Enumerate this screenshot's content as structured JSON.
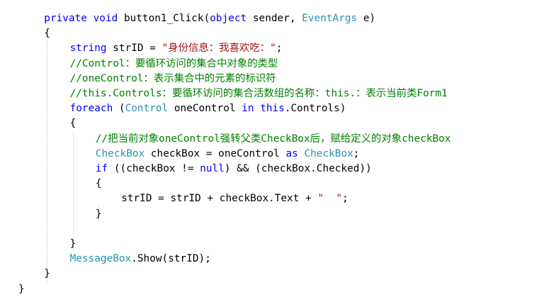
{
  "colors": {
    "keyword": "#0000ff",
    "type": "#2b91af",
    "comment": "#008000",
    "string": "#a31515",
    "text": "#000000"
  },
  "lines": [
    {
      "indent": 1,
      "tokens": [
        {
          "t": "kw",
          "v": "private"
        },
        {
          "t": "tx",
          "v": " "
        },
        {
          "t": "kw",
          "v": "void"
        },
        {
          "t": "tx",
          "v": " button1_Click("
        },
        {
          "t": "kw",
          "v": "object"
        },
        {
          "t": "tx",
          "v": " sender, "
        },
        {
          "t": "ty",
          "v": "EventArgs"
        },
        {
          "t": "tx",
          "v": " e)"
        }
      ]
    },
    {
      "indent": 1,
      "tokens": [
        {
          "t": "tx",
          "v": "{"
        }
      ]
    },
    {
      "indent": 2,
      "tokens": [
        {
          "t": "kw",
          "v": "string"
        },
        {
          "t": "tx",
          "v": " strID = "
        },
        {
          "t": "st",
          "v": "\"身份信息：我喜欢吃：\""
        },
        {
          "t": "tx",
          "v": ";"
        }
      ]
    },
    {
      "indent": 2,
      "tokens": [
        {
          "t": "cm",
          "v": "//Control：要循环访问的集合中对象的类型"
        }
      ]
    },
    {
      "indent": 2,
      "tokens": [
        {
          "t": "cm",
          "v": "//oneControl：表示集合中的元素的标识符"
        }
      ]
    },
    {
      "indent": 2,
      "tokens": [
        {
          "t": "cm",
          "v": "//this.Controls：要循环访问的集合活数组的名称：this.：表示当前类Form1"
        }
      ]
    },
    {
      "indent": 2,
      "tokens": [
        {
          "t": "kw",
          "v": "foreach"
        },
        {
          "t": "tx",
          "v": " ("
        },
        {
          "t": "ty",
          "v": "Control"
        },
        {
          "t": "tx",
          "v": " oneControl "
        },
        {
          "t": "kw",
          "v": "in"
        },
        {
          "t": "tx",
          "v": " "
        },
        {
          "t": "kw",
          "v": "this"
        },
        {
          "t": "tx",
          "v": ".Controls)"
        }
      ]
    },
    {
      "indent": 2,
      "tokens": [
        {
          "t": "tx",
          "v": "{"
        }
      ]
    },
    {
      "indent": 3,
      "tokens": [
        {
          "t": "cm",
          "v": "//把当前对象oneControl强转父类CheckBox后，赋给定义的对象checkBox"
        }
      ]
    },
    {
      "indent": 3,
      "tokens": [
        {
          "t": "ty",
          "v": "CheckBox"
        },
        {
          "t": "tx",
          "v": " checkBox = oneControl "
        },
        {
          "t": "kw",
          "v": "as"
        },
        {
          "t": "tx",
          "v": " "
        },
        {
          "t": "ty",
          "v": "CheckBox"
        },
        {
          "t": "tx",
          "v": ";"
        }
      ]
    },
    {
      "indent": 3,
      "tokens": [
        {
          "t": "kw",
          "v": "if"
        },
        {
          "t": "tx",
          "v": " ((checkBox != "
        },
        {
          "t": "kw",
          "v": "null"
        },
        {
          "t": "tx",
          "v": ") && (checkBox.Checked))"
        }
      ]
    },
    {
      "indent": 3,
      "tokens": [
        {
          "t": "tx",
          "v": "{"
        }
      ]
    },
    {
      "indent": 4,
      "tokens": [
        {
          "t": "tx",
          "v": "strID = strID + checkBox.Text + "
        },
        {
          "t": "st",
          "v": "\"  \""
        },
        {
          "t": "tx",
          "v": ";"
        }
      ]
    },
    {
      "indent": 3,
      "tokens": [
        {
          "t": "tx",
          "v": "}"
        }
      ]
    },
    {
      "indent": 0,
      "tokens": []
    },
    {
      "indent": 2,
      "tokens": [
        {
          "t": "tx",
          "v": "}"
        }
      ]
    },
    {
      "indent": 2,
      "tokens": [
        {
          "t": "ty",
          "v": "MessageBox"
        },
        {
          "t": "tx",
          "v": ".Show(strID);"
        }
      ]
    },
    {
      "indent": 1,
      "tokens": [
        {
          "t": "tx",
          "v": "}"
        }
      ]
    },
    {
      "indent": 0,
      "tokens": [
        {
          "t": "tx",
          "v": "}"
        }
      ]
    }
  ]
}
